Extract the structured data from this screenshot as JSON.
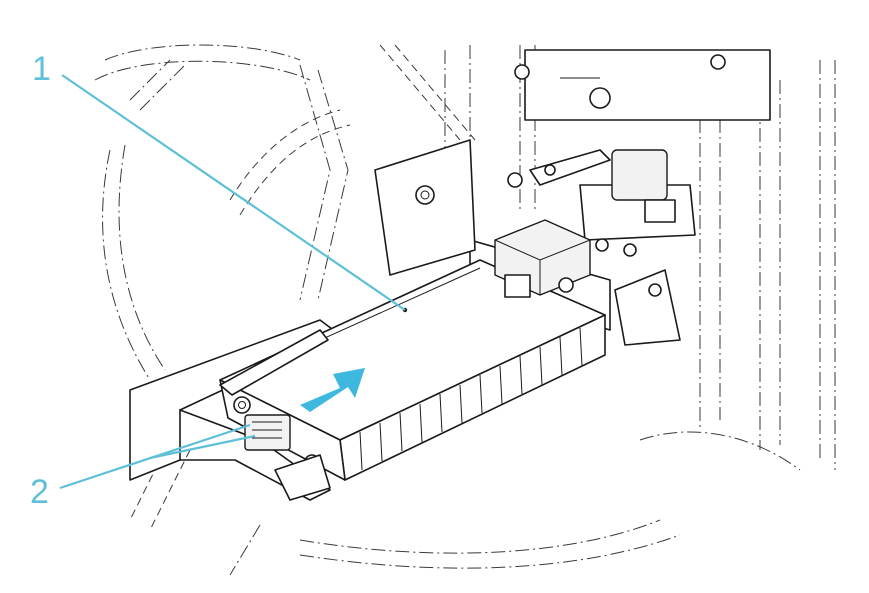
{
  "callouts": [
    {
      "number": "1",
      "target": "battery-cover"
    },
    {
      "number": "2",
      "target": "clamp-fastener"
    }
  ],
  "colors": {
    "callout": "#5ec0d6",
    "arrow": "#3fb8e0",
    "linework": "#1a1a1a"
  },
  "icons": [
    "direction-arrow-icon"
  ]
}
